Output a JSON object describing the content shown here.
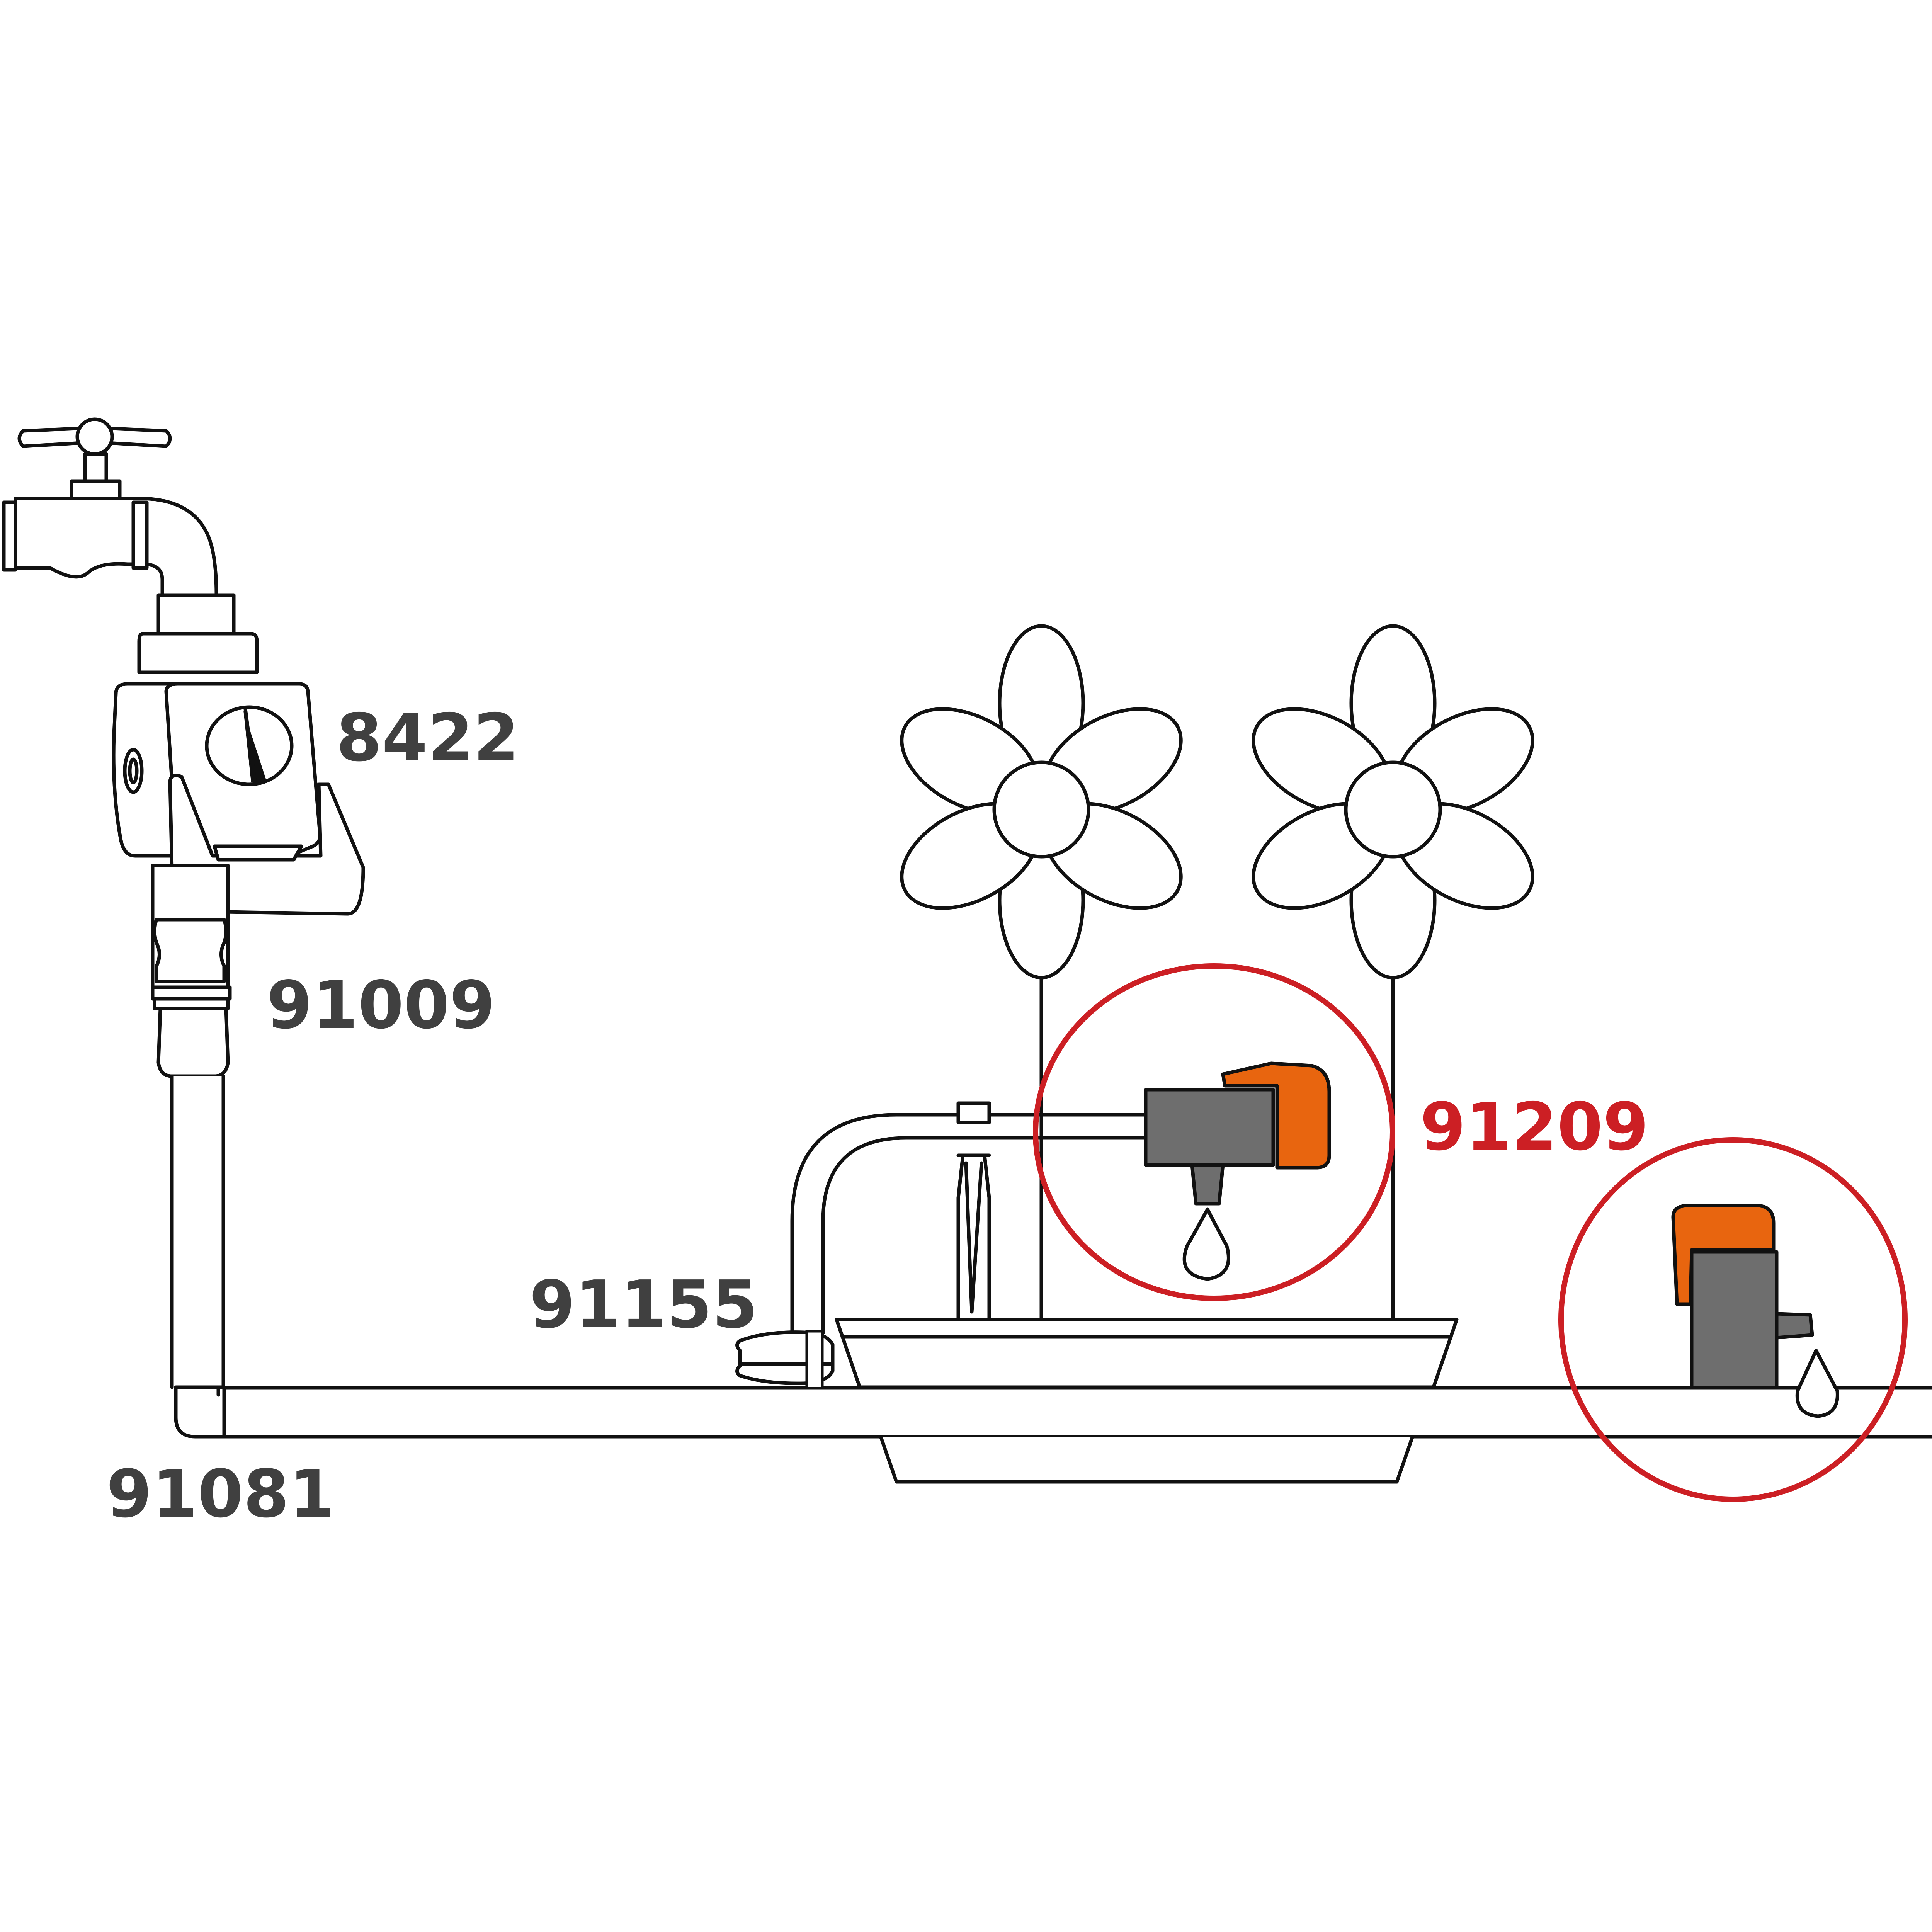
{
  "labels": {
    "timer": "8422",
    "hose_connector": "91009",
    "pipe_end": "91081",
    "supply_tube": "91155",
    "dripper_highlight": "91209"
  },
  "colors": {
    "highlight": "#cc1f24",
    "label_text": "#404040",
    "dripper_body": "#6e6e6e",
    "dripper_cap": "#e8650f",
    "outline": "#111111"
  }
}
